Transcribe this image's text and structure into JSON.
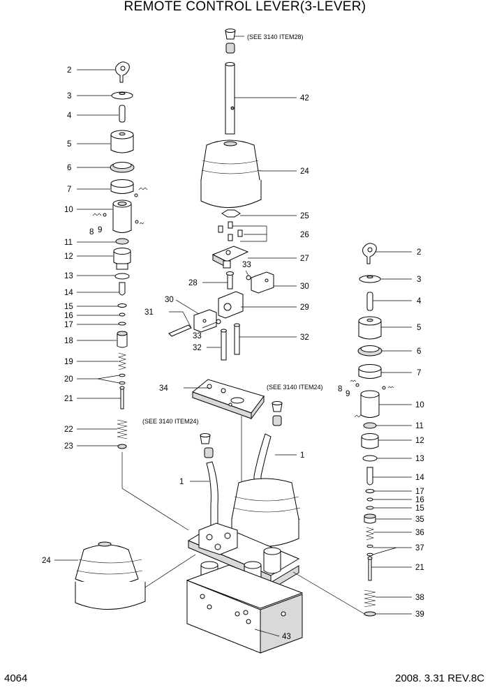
{
  "title": "REMOTE CONTROL LEVER(3-LEVER)",
  "page_number": "4064",
  "revision": "2008. 3.31  REV.8C",
  "notes": {
    "see_top": "(SEE 3140 ITEM28)",
    "see_right": "(SEE 3140 ITEM24)",
    "see_left": "(SEE 3140 ITEM24)"
  },
  "callouts_left": [
    "2",
    "3",
    "4",
    "5",
    "6",
    "7",
    "10",
    "8",
    "9",
    "11",
    "12",
    "13",
    "14",
    "15",
    "16",
    "17",
    "18",
    "19",
    "20",
    "21",
    "22",
    "23"
  ],
  "callouts_center": [
    "42",
    "24",
    "25",
    "26",
    "27",
    "28",
    "33",
    "30",
    "30",
    "29",
    "31",
    "33",
    "32",
    "32",
    "34",
    "1",
    "1",
    "43"
  ],
  "callouts_right": [
    "2",
    "3",
    "4",
    "5",
    "6",
    "7",
    "8",
    "9",
    "10",
    "11",
    "12",
    "13",
    "14",
    "17",
    "16",
    "15",
    "35",
    "36",
    "37",
    "21",
    "38",
    "39"
  ],
  "callouts_bottom_left": [
    "24"
  ]
}
